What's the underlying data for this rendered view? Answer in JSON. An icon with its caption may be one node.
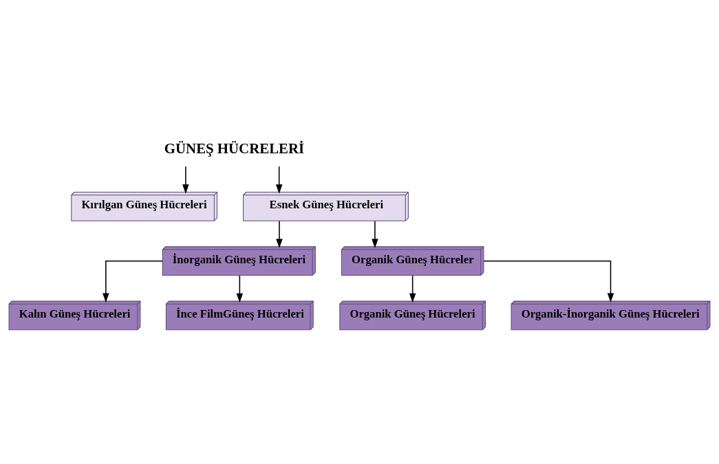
{
  "diagram": {
    "nodes": [
      {
        "text": [
          "GÜNEŞ HÜCRELERİ"
        ]
      },
      {
        "text": [
          "Kırılgan Güneş Hücreleri"
        ]
      },
      {
        "text": [
          "Esnek Güneş Hücreleri"
        ]
      },
      {
        "text": [
          "İnorganik Güneş Hücreleri"
        ]
      },
      {
        "text": [
          "Organik Güneş Hücreler"
        ]
      },
      {
        "text": [
          "Kalın Güneş Hücreleri"
        ]
      },
      {
        "text": [
          "İnce FilmGüneş Hücreleri"
        ]
      },
      {
        "text": [
          "Organik Güneş Hücreleri"
        ]
      },
      {
        "text": [
          "Organik-İnorganik Güneş Hücreleri"
        ]
      }
    ],
    "edges": [
      {
        "from": 0,
        "to": 1,
        "arrow": "to"
      },
      {
        "from": 0,
        "to": 2,
        "arrow": "to"
      },
      {
        "from": 2,
        "to": 3,
        "arrow": "to"
      },
      {
        "from": 2,
        "to": 4,
        "arrow": "to"
      },
      {
        "from": 3,
        "to": 5,
        "arrow": "to"
      },
      {
        "from": 3,
        "to": 6,
        "arrow": "to"
      },
      {
        "from": 4,
        "to": 7,
        "arrow": "to"
      },
      {
        "from": 4,
        "to": 8,
        "arrow": "to"
      }
    ]
  }
}
